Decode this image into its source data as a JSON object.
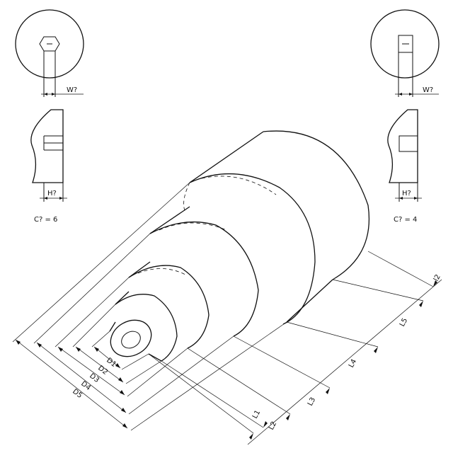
{
  "top_left": {
    "width_label": "W?",
    "height_label": "H?",
    "corner_label": "C? = 6"
  },
  "top_right": {
    "width_label": "W?",
    "height_label": "H?",
    "corner_label": "C? = 4"
  },
  "diameters": [
    "D1",
    "D2",
    "D3",
    "D4",
    "D5"
  ],
  "lengths": [
    "L1",
    "L2",
    "L3",
    "L4",
    "L5"
  ],
  "end_label": "l2"
}
